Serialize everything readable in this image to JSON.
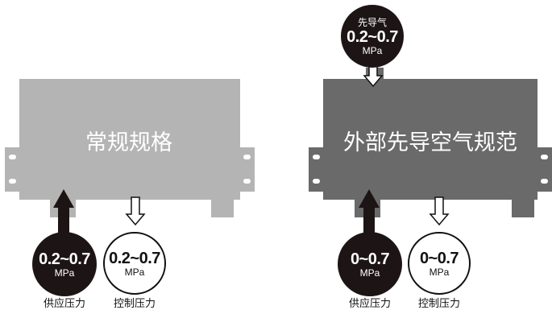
{
  "panels": [
    {
      "title": "常规规格",
      "supply": {
        "value": "0.2~0.7",
        "unit": "MPa",
        "label": "供应压力"
      },
      "control": {
        "value": "0.2~0.7",
        "unit": "MPa",
        "label": "控制压力"
      }
    },
    {
      "title": "外部先导空气规范",
      "pilot": {
        "label": "先导气",
        "value": "0.2~0.7",
        "unit": "MPa"
      },
      "supply": {
        "value": "0~0.7",
        "unit": "MPa",
        "label": "供应压力"
      },
      "control": {
        "value": "0~0.7",
        "unit": "MPa",
        "label": "控制压力"
      }
    }
  ],
  "colors": {
    "standard_body": "#b4b4b4",
    "external_body": "#6a6a6a",
    "badge_dark": "#1d1515",
    "ink": "#111111"
  }
}
